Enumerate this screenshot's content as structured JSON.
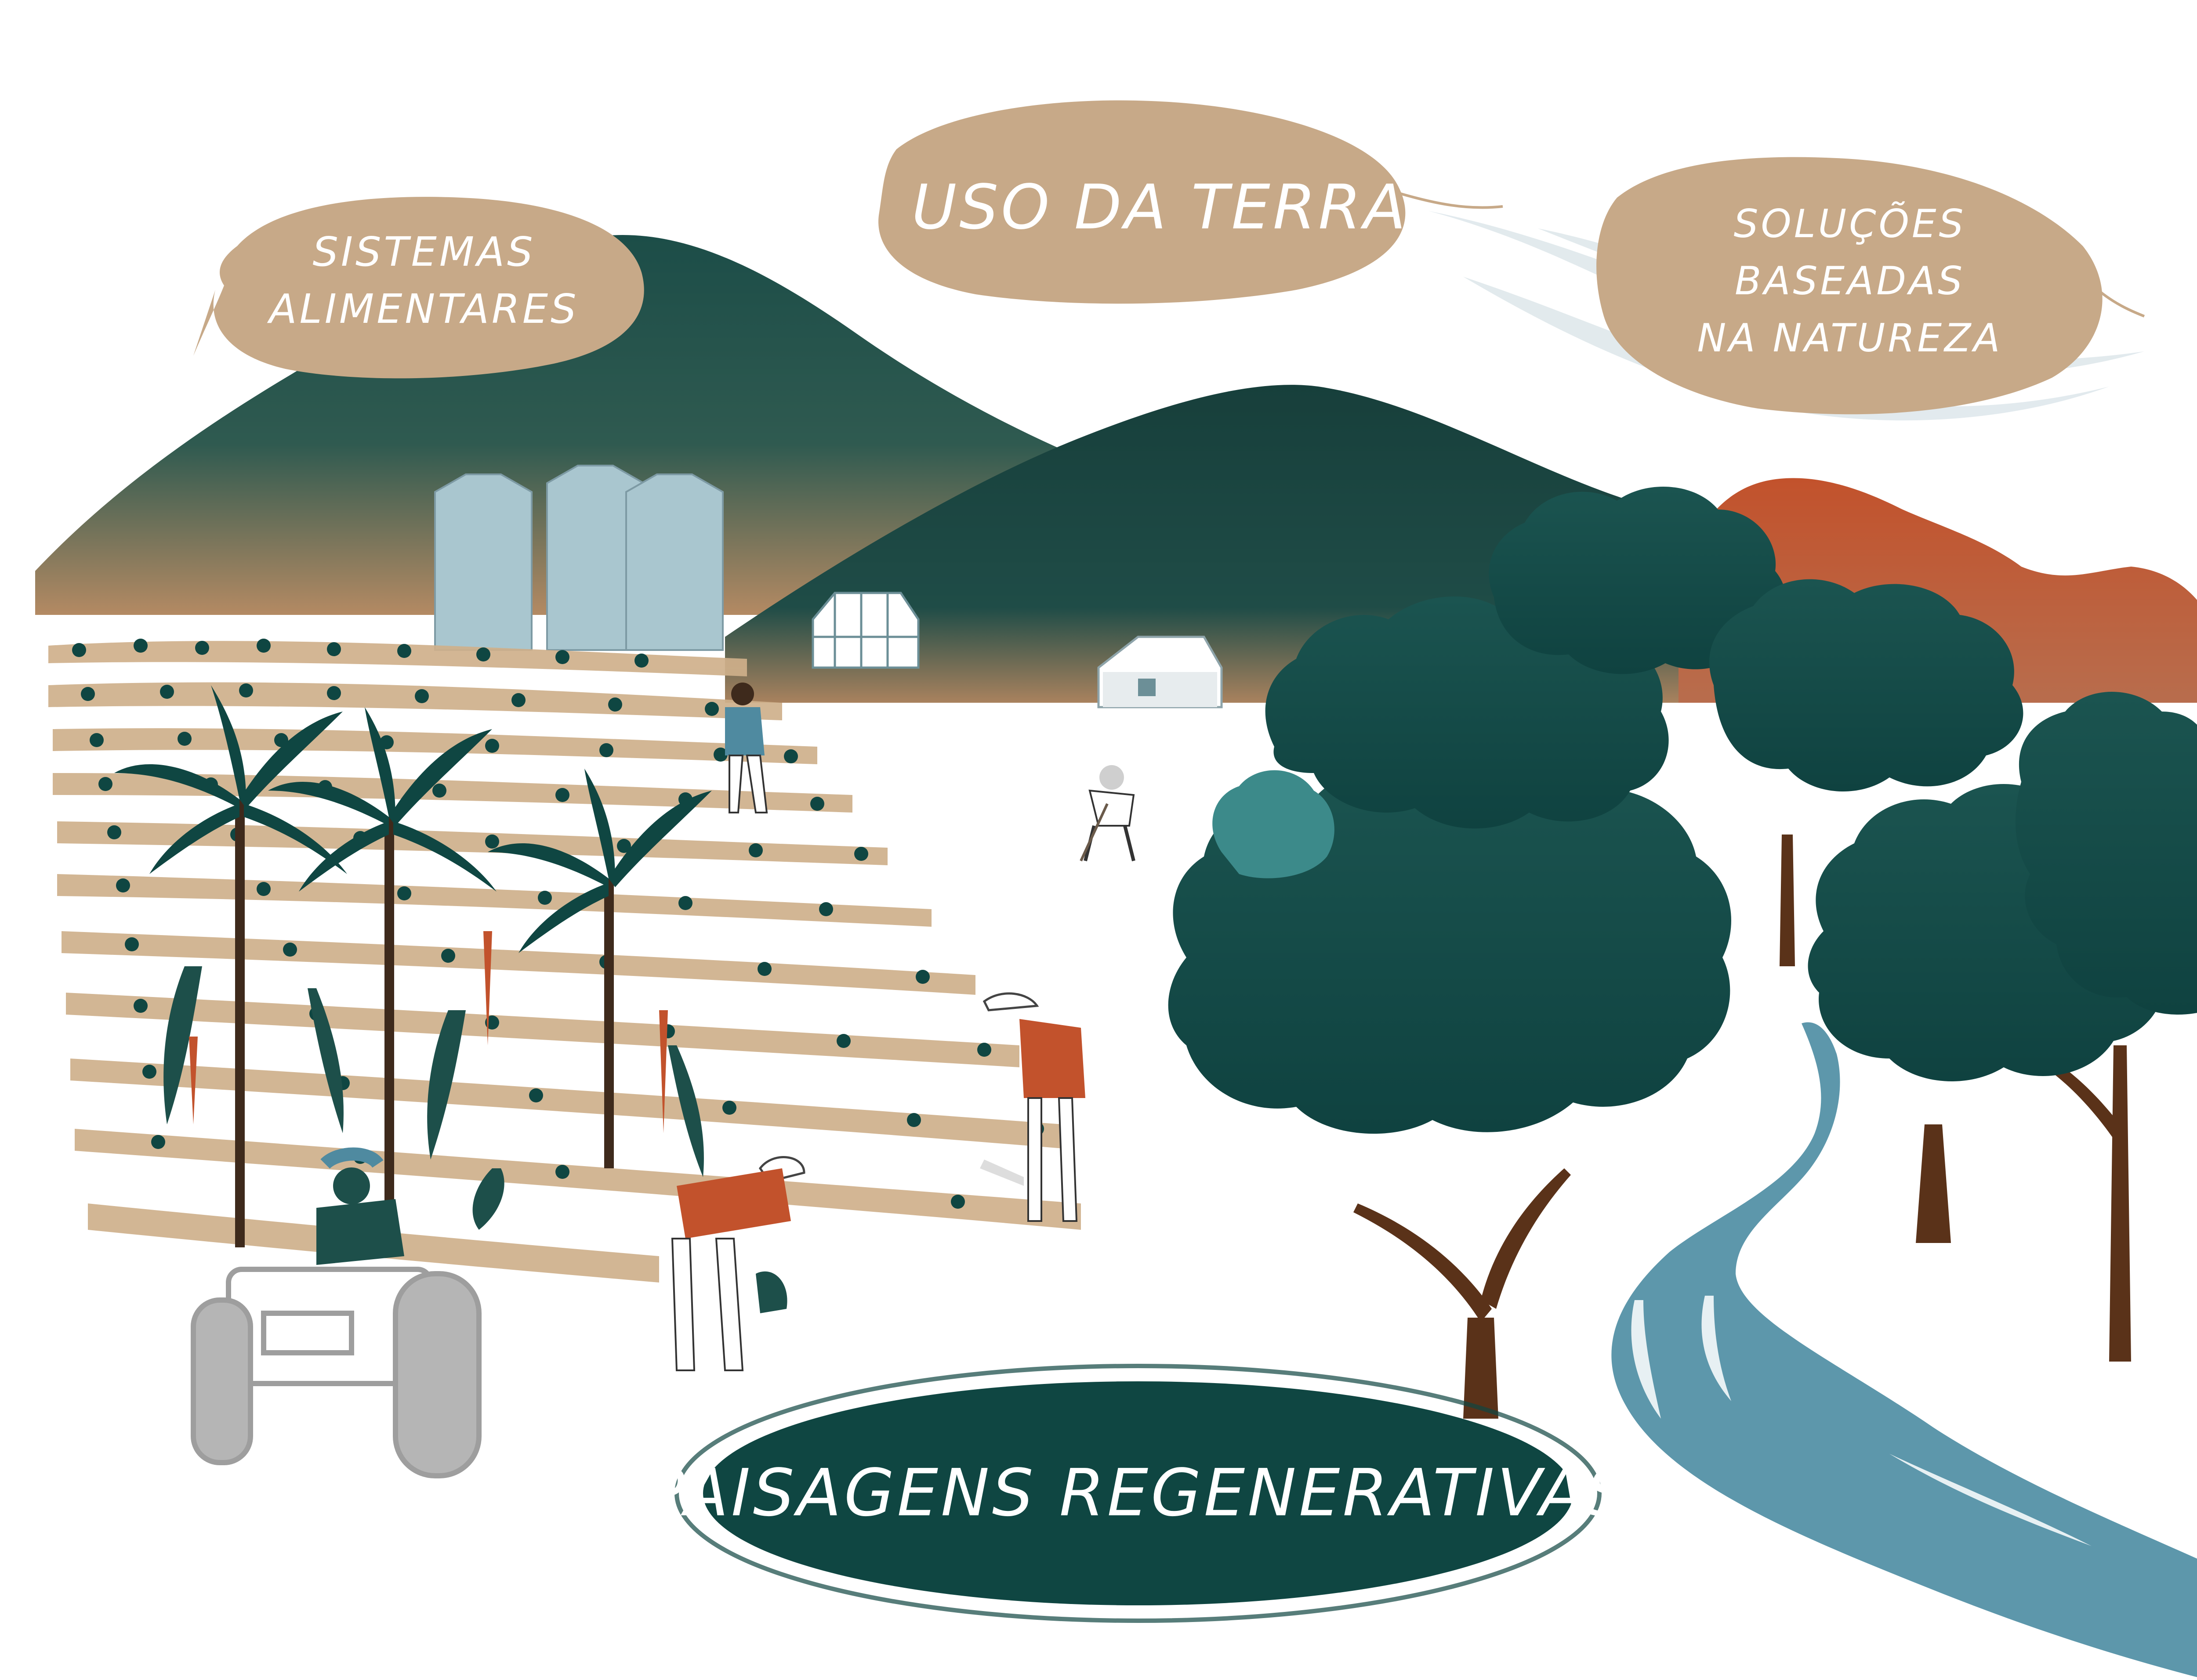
{
  "labels": {
    "sistemas_line1": "SISTEMAS",
    "sistemas_line2": "ALIMENTARES",
    "uso_da_terra": "USO DA TERRA",
    "solucoes_line1": "SOLUÇÕES",
    "solucoes_line2": "BASEADAS",
    "solucoes_line3": "NA NATUREZA",
    "paisagens": "PAISAGENS REGENERATIVAS"
  },
  "icons": [
    "mountain-icon",
    "silo-icon",
    "greenhouse-icon",
    "barn-icon",
    "tree-icon",
    "palm-icon",
    "farmer-icon",
    "tractor-icon",
    "river-icon",
    "cloud-icon"
  ],
  "colors": {
    "tan_bubble": "#c7a988",
    "dark_teal": "#0f4642",
    "mountain_dark": "#1d4f4a",
    "mountain_tan": "#b9906a",
    "silo": "#a9c6cf",
    "river": "#5d97ab",
    "trunk": "#5a3219",
    "rust": "#c2522c",
    "soil": "#cfb08b",
    "tractor": "#9e9e9e",
    "white": "#ffffff"
  }
}
